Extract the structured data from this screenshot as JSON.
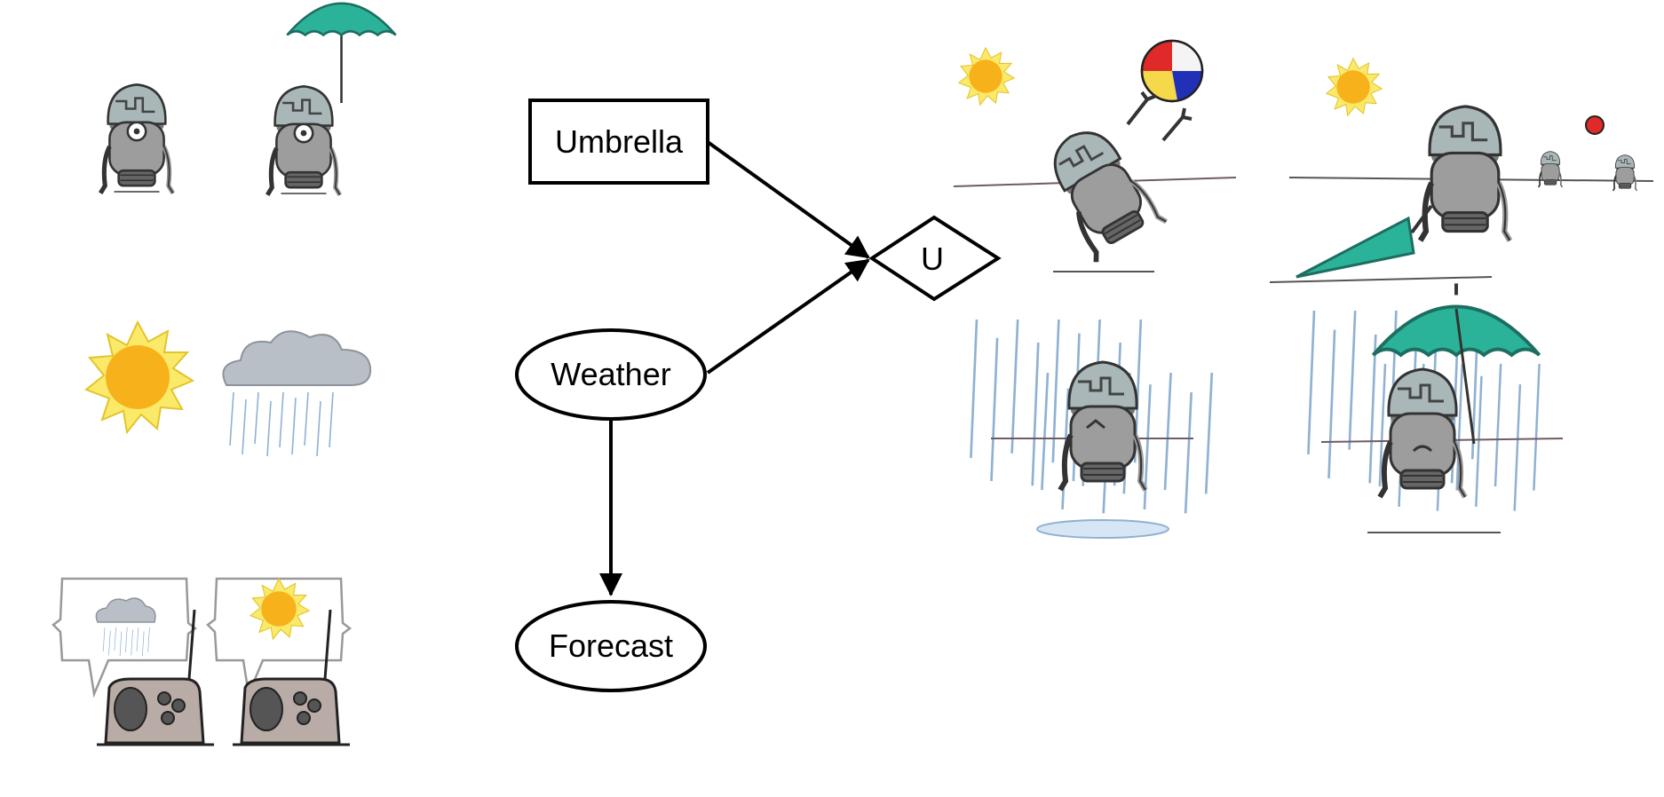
{
  "diagram": {
    "nodes": {
      "umbrella": {
        "label": "Umbrella",
        "shape": "rectangle",
        "role": "decision"
      },
      "weather": {
        "label": "Weather",
        "shape": "ellipse",
        "role": "chance"
      },
      "forecast": {
        "label": "Forecast",
        "shape": "ellipse",
        "role": "chance"
      },
      "utility": {
        "label": "U",
        "shape": "diamond",
        "role": "utility"
      }
    },
    "edges": [
      {
        "from": "umbrella",
        "to": "utility"
      },
      {
        "from": "weather",
        "to": "utility"
      },
      {
        "from": "weather",
        "to": "forecast"
      }
    ]
  },
  "illustrations": {
    "decision_options": [
      "robot-no-umbrella",
      "robot-with-umbrella"
    ],
    "weather_states": [
      "sun",
      "rain-cloud"
    ],
    "forecast_states": [
      "radio-forecast-rain",
      "radio-forecast-sun"
    ],
    "outcomes": [
      "sun-no-umbrella",
      "sun-with-umbrella",
      "rain-no-umbrella",
      "rain-with-umbrella"
    ]
  },
  "colors": {
    "umbrella": "#2bb39a",
    "sun_core": "#f7b21b",
    "sun_glow": "#fbe96a",
    "cloud": "#b9bfc6",
    "rain": "#8fb1d2",
    "robot_body": "#9a9a9a",
    "robot_dark": "#5e5e5e",
    "radio": "#b9aca6"
  }
}
